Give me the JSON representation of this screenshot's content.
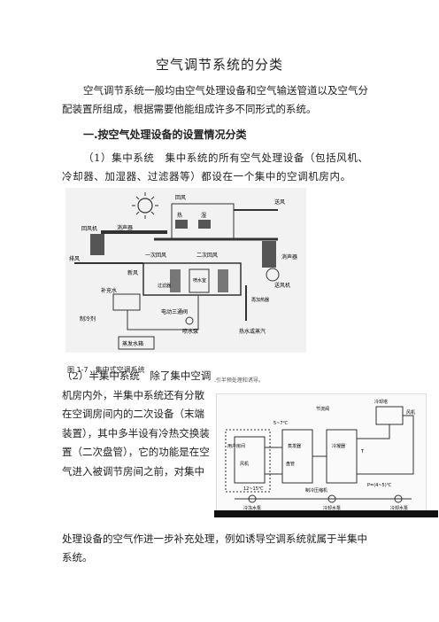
{
  "title": "空气调节系统的分类",
  "para1": "空气调节系统一般均由空气处理设备和空气输送管道以及空气分配装置所组成，根据需要他能组成许多不同形式的系统。",
  "heading1": "一.按空气处理设备的设置情况分类",
  "para2": "（1）集中系统　集中系统的所有空气处理设备（包括风机、冷却器、加湿器、过滤器等）都设在一个集中的空调机房内。",
  "figure1": {
    "caption": "图 1-7　集中式空调系统",
    "labels": {
      "huifeng_top": "回风",
      "songfeng": "送风",
      "huifengji": "回风机",
      "xiaoshengqi1": "消声器",
      "re": "热",
      "shi": "湿",
      "xiaoshengqi2": "消声器",
      "paifeng": "排风",
      "yici": "一次回风",
      "erci": "二次回风",
      "xinfeng": "新风",
      "guolvqi": "过滤器",
      "penshuishi": "喷水室",
      "songfengji": "送风机",
      "zaijiareqi": "再加热器",
      "bushui": "补充水",
      "zhilengji": "制冷剂",
      "diandong": "电动三通阀",
      "penshuibeng": "喷水泵",
      "reshui": "热水或蒸汽",
      "zhengfa": "蒸发水箱"
    }
  },
  "para3": "（2）半集中系统　除了集中空调机房内外，半集中系统还有分散在空调房间内的二次设备（末端装置），其中多半设有冷热交换装置（二次盘管），它的功能是在空气进入被调节房间之前，对集中",
  "para4": "处理设备的空气作进一步补充处理，例如诱导空调系统就属于半集中系统。",
  "figure2": {
    "strip": ".引半预处理和诱导。",
    "labels": {
      "cooling_tower": "冷却塔",
      "fan": "风机",
      "throttle": "节流阀",
      "temp1": "5~7℃",
      "temp2": "12~15℃",
      "temp3": "P=(4~5)℃",
      "temp4": "T",
      "room": "用户房间",
      "fan_coil": "风机",
      "evap": "蒸发器",
      "cond": "冷凝器",
      "comp": "制冷压缩机",
      "coil": "盘管",
      "pump1": "冷冻水泵",
      "pump2": "冷却水泵",
      "pump3": "冷却水泵"
    }
  }
}
